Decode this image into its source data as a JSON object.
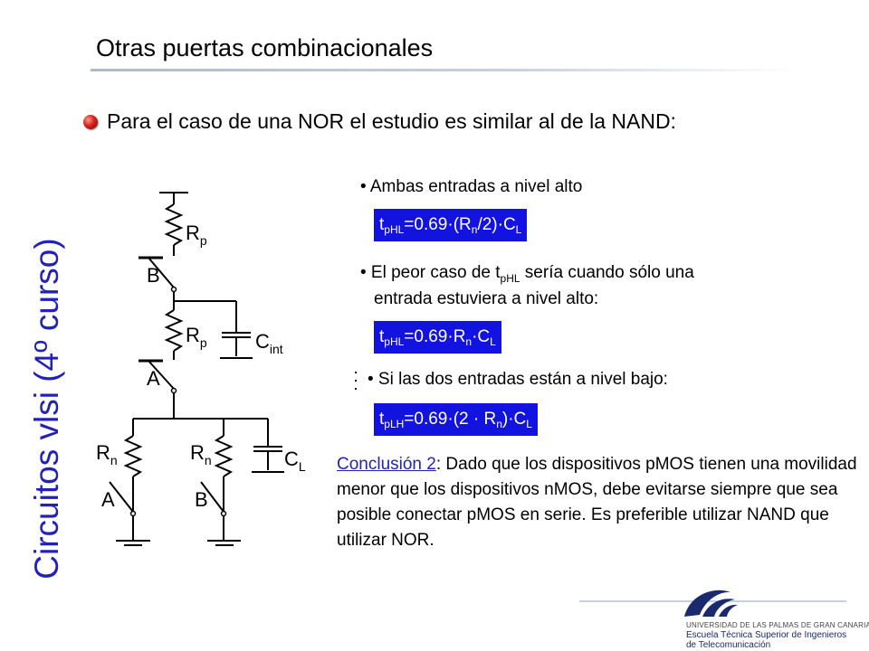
{
  "slide": {
    "title": "Otras puertas combinacionales",
    "side_label": "Circuitos vlsi (4º curso)"
  },
  "intro": {
    "text": "Para el caso de una NOR el estudio es similar al de la NAND:"
  },
  "bullets": [
    {
      "text": "• Ambas entradas a nivel alto"
    },
    {
      "line1_pre": "• El peor caso de t",
      "line1_sub": "pHL",
      "line1_post": " sería cuando sólo una",
      "line2": "entrada estuviera a nivel alto:"
    },
    {
      "text": "• Si las dos entradas están a nivel bajo:"
    }
  ],
  "formulas": [
    {
      "t": "t",
      "t_sub": "pHL",
      "body_1": "=0.69·(R",
      "r_sub": "n",
      "body_2": "/2)·C",
      "c_sub": "L"
    },
    {
      "t": "t",
      "t_sub": "pHL",
      "body_1": "=0.69·R",
      "r_sub": "n",
      "body_2": "·C",
      "c_sub": "L"
    },
    {
      "t": "t",
      "t_sub": "pLH",
      "body_1": "=0.69·(2 · R",
      "r_sub": "n",
      "body_2": ")·C",
      "c_sub": "L"
    }
  ],
  "conclusion": {
    "label": "Conclusión 2",
    "text": ": Dado que los dispositivos pMOS tienen una movilidad menor que los dispositivos nMOS, debe evitarse siempre que sea posible conectar pMOS en serie. Es preferible utilizar NAND que utilizar NOR."
  },
  "schematic": {
    "rp1": "R",
    "rp1_sub": "p",
    "rp2": "R",
    "rp2_sub": "p",
    "rn1": "R",
    "rn1_sub": "n",
    "rn2": "R",
    "rn2_sub": "n",
    "cint": "C",
    "cint_sub": "int",
    "cl": "C",
    "cl_sub": "L",
    "input_b_top": "B",
    "input_a_top": "A",
    "input_a_bottom": "A",
    "input_b_bottom": "B"
  },
  "logo": {
    "line1": "UNIVERSIDAD DE LAS PALMAS DE GRAN CANARIA",
    "line2": "Escuela Técnica Superior de Ingenieros",
    "line3": "de Telecomunicación",
    "colors": {
      "navy": "#1a2a6c",
      "accent": "#8ea0c8"
    }
  },
  "colors": {
    "formula_bg": "#1313e0",
    "side_text": "#2222bb",
    "bullet": "#d8201c"
  }
}
